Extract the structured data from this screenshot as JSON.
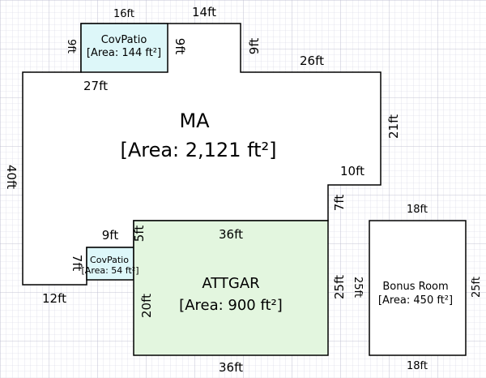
{
  "colors": {
    "grid_minor": "#d6d6e4",
    "grid_major": "#b9b9cc",
    "wall": "#000000",
    "main_fill": "#ffffff",
    "patio_fill": "#ddf7f9",
    "garage_fill": "#e3f6df",
    "bonus_fill": "#ffffff"
  },
  "rooms": {
    "main": {
      "name": "MA",
      "area": "[Area: 2,121 ft²]"
    },
    "patio_top": {
      "name": "CovPatio",
      "area": "[Area: 144 ft²]"
    },
    "patio_small": {
      "name": "CovPatio",
      "area": "[Area: 54 ft²]"
    },
    "garage": {
      "name": "ATTGAR",
      "area": "[Area: 900 ft²]"
    },
    "bonus": {
      "name": "Bonus Room",
      "area": "[Area: 450 ft²]"
    }
  },
  "dimensions": {
    "patio_top_width": "16ft",
    "patio_top_left": "9ft",
    "patio_top_right": "9ft",
    "main_top_center": "14ft",
    "main_step_right": "9ft",
    "main_top_right": "26ft",
    "main_top_left": "27ft",
    "main_right_upper": "21ft",
    "main_left": "40ft",
    "main_step_inner": "10ft",
    "main_right_lower": "7ft",
    "patio_small_top": "9ft",
    "patio_small_left": "7ft",
    "garage_step": "5ft",
    "garage_top": "36ft",
    "garage_left": "20ft",
    "garage_right": "25ft",
    "garage_bottom": "36ft",
    "main_bottom": "12ft",
    "bonus_top": "18ft",
    "bonus_left": "25ft",
    "bonus_right": "25ft",
    "bonus_bottom": "18ft"
  }
}
